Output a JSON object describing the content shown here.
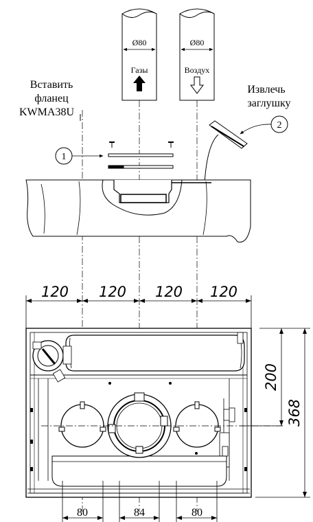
{
  "pipes": {
    "left": {
      "diameter": "Ø80",
      "label": "Газы"
    },
    "right": {
      "diameter": "Ø80",
      "label": "Воздух"
    }
  },
  "callouts": {
    "left": {
      "line1": "Вставить",
      "line2": "фланец",
      "line3": "KWMA38U",
      "number": "1"
    },
    "right": {
      "line1": "Извлечь",
      "line2": "заглушку",
      "number": "2"
    }
  },
  "dimensions": {
    "top_spacing": [
      "120",
      "120",
      "120",
      "120"
    ],
    "vertical_short": "200",
    "vertical_long": "368",
    "bottom_spacing": [
      "80",
      "84",
      "80"
    ]
  },
  "colors": {
    "line": "#000000",
    "background": "#ffffff"
  }
}
